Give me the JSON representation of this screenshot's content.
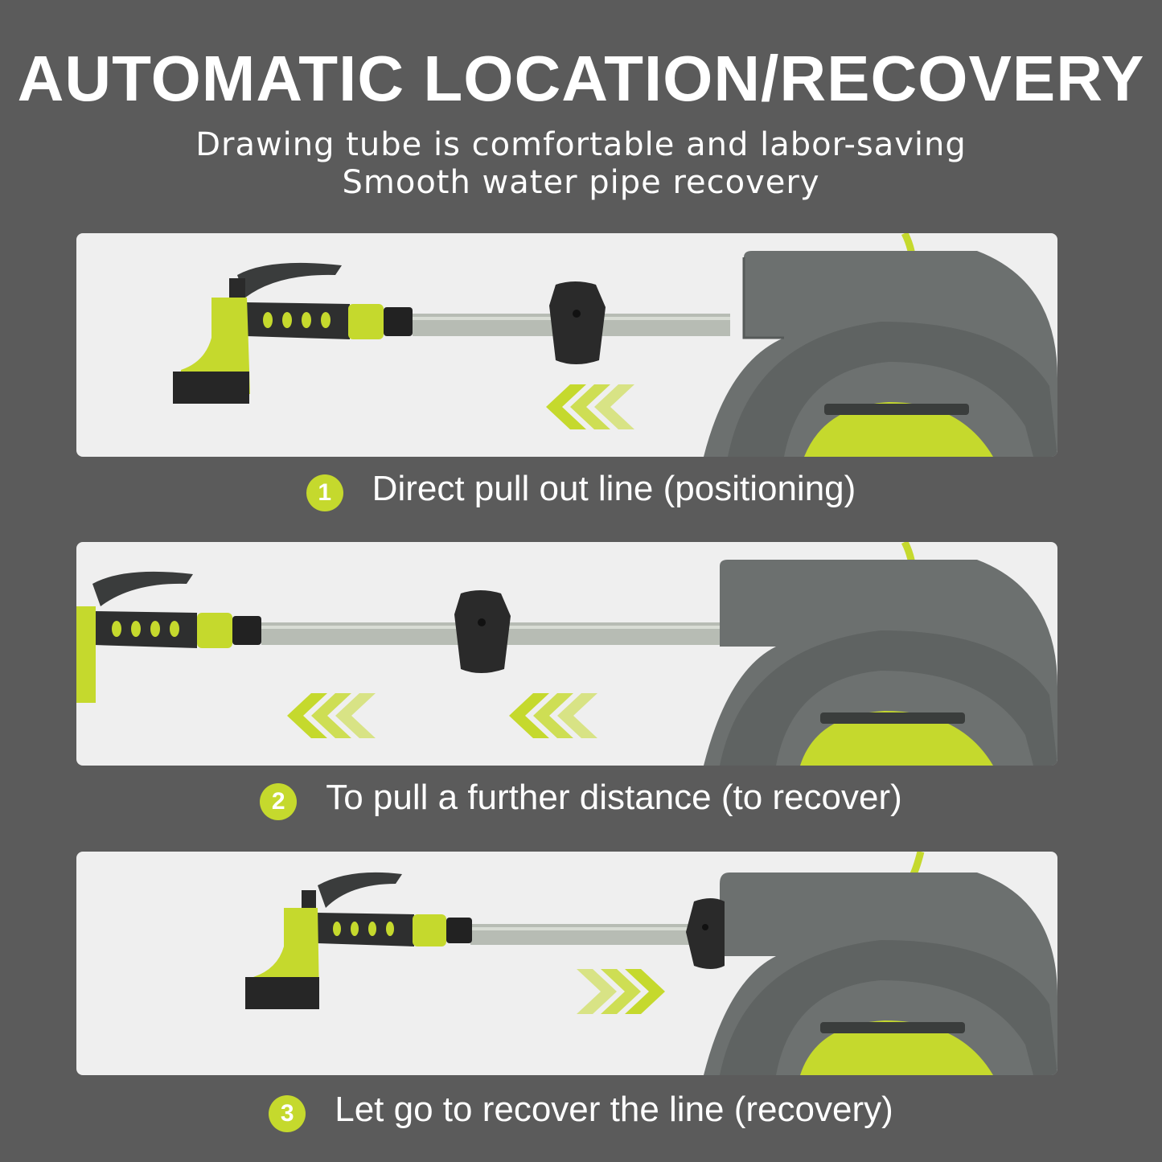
{
  "header": {
    "title": "AUTOMATIC LOCATION/RECOVERY",
    "subtitle_line1": "Drawing tube is comfortable and labor-saving",
    "subtitle_line2": "Smooth water pipe recovery"
  },
  "steps": [
    {
      "number": "1",
      "caption": "Direct pull out line (positioning)"
    },
    {
      "number": "2",
      "caption": "To pull a further distance (to recover)"
    },
    {
      "number": "3",
      "caption": "Let go to recover the line (recovery)"
    }
  ],
  "colors": {
    "background": "#5b5b5b",
    "panel": "#efefef",
    "accent": "#c5d92d",
    "reel": "#6a6e6d"
  },
  "icons": [
    "spray-nozzle-icon",
    "hose-stopper-icon",
    "hose-reel-icon",
    "arrow-left-icon",
    "arrow-right-icon"
  ]
}
